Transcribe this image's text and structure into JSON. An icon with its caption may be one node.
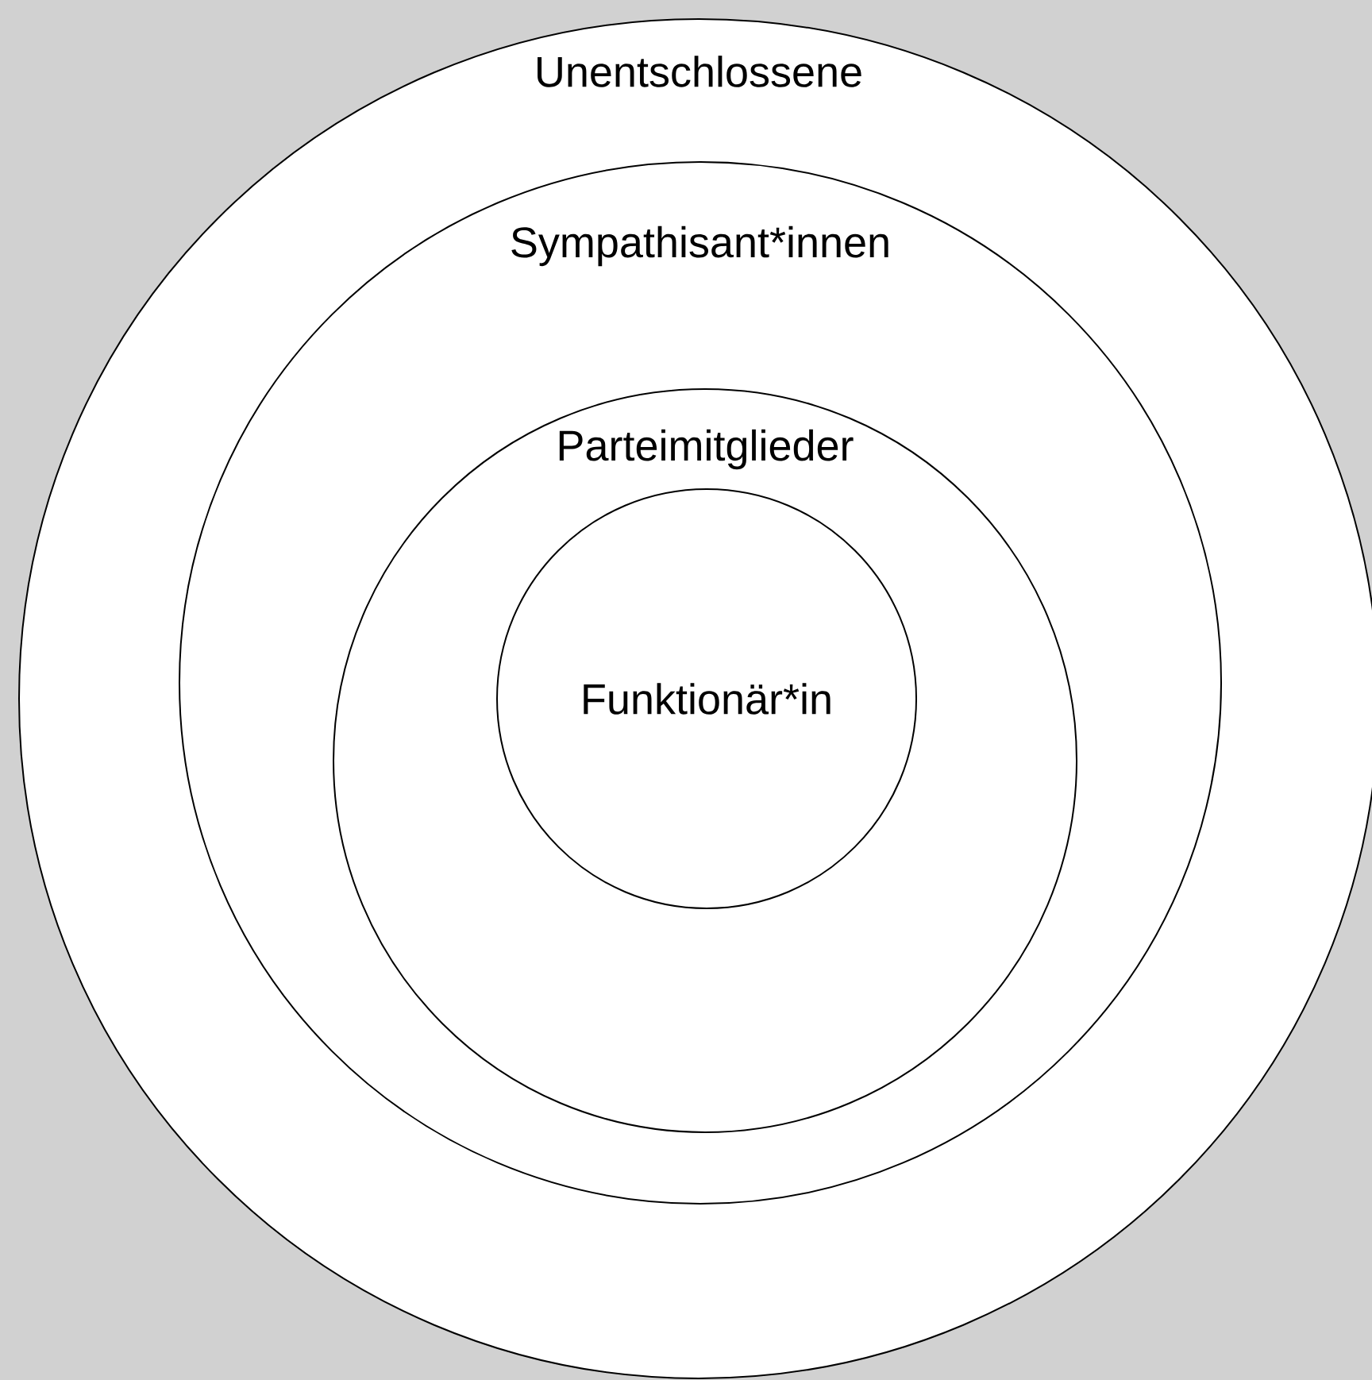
{
  "diagram": {
    "nodes": [
      {
        "text": [
          "Unentschlossene"
        ]
      },
      {
        "text": [
          "Sympathisant*innen"
        ],
        "in": 0
      },
      {
        "text": [
          "Parteimitglieder"
        ],
        "in": 1
      },
      {
        "text": [
          "Funktionär*in"
        ],
        "in": 2
      }
    ]
  }
}
